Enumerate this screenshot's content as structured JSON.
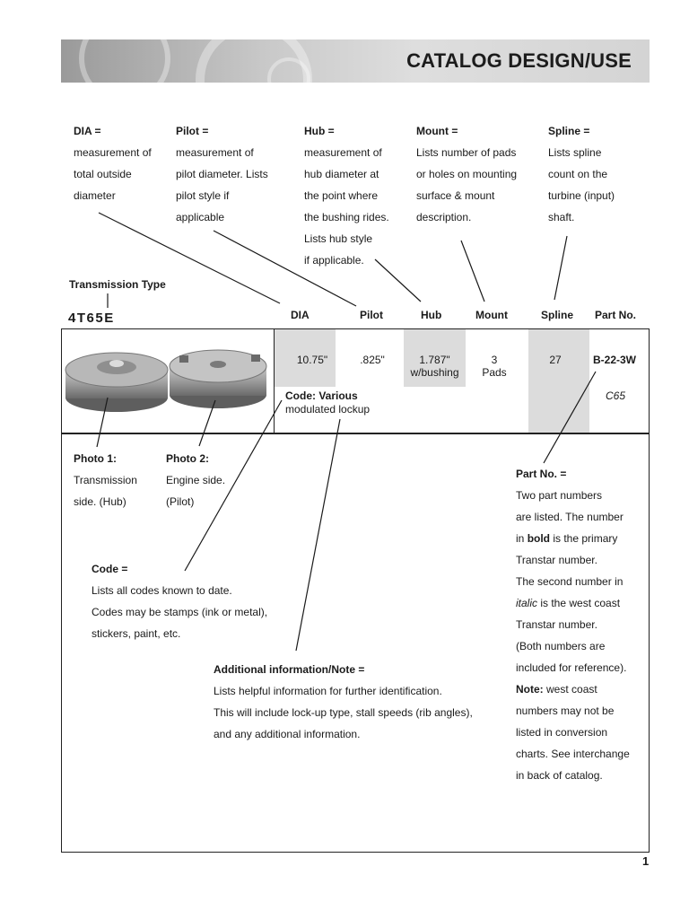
{
  "header": {
    "title": "CATALOG DESIGN/USE"
  },
  "definitions": {
    "dia": {
      "term": "DIA =",
      "lines": [
        "measurement of",
        "total outside",
        "diameter"
      ]
    },
    "pilot": {
      "term": "Pilot =",
      "lines": [
        "measurement of",
        "pilot diameter. Lists",
        "pilot style if",
        "applicable"
      ]
    },
    "hub": {
      "term": "Hub =",
      "lines": [
        "measurement of",
        "hub diameter at",
        "the point where",
        "the bushing rides.",
        "Lists hub style",
        "if applicable."
      ]
    },
    "mount": {
      "term": "Mount =",
      "lines": [
        "Lists number of pads",
        "or holes on mounting",
        "surface & mount",
        "description."
      ]
    },
    "spline": {
      "term": "Spline =",
      "lines": [
        "Lists spline",
        "count on the",
        "turbine (input)",
        "shaft."
      ]
    }
  },
  "transmission": {
    "label": "Transmission Type",
    "value": "4T65E"
  },
  "columns": {
    "dia": "DIA",
    "pilot": "Pilot",
    "hub": "Hub",
    "mount": "Mount",
    "spline": "Spline",
    "part": "Part No."
  },
  "row": {
    "dia": "10.75\"",
    "pilot": ".825\"",
    "hub_line1": "1.787\"",
    "hub_line2": "w/bushing",
    "mount_line1": "3",
    "mount_line2": "Pads",
    "spline": "27",
    "part_primary": "B-22-3W",
    "part_west": "C65",
    "code_label": "Code: Various",
    "note": "modulated lockup"
  },
  "photos": {
    "photo1": {
      "title": "Photo 1:",
      "lines": [
        "Transmission",
        "side. (Hub)"
      ]
    },
    "photo2": {
      "title": "Photo 2:",
      "lines": [
        "Engine side.",
        "(Pilot)"
      ]
    }
  },
  "code_def": {
    "term": "Code =",
    "lines": [
      "Lists all codes known to date.",
      "Codes may be stamps (ink or metal),",
      "stickers, paint, etc."
    ]
  },
  "addl_def": {
    "term": "Additional information/Note =",
    "lines": [
      "Lists helpful information for further identification.",
      "This will include lock-up type, stall speeds (rib angles),",
      "and any additional information."
    ]
  },
  "partno_def": {
    "term": "Part No. =",
    "l1": "Two part numbers",
    "l2": "are listed. The number",
    "l3_pre": "in ",
    "l3_bold": "bold",
    "l3_post": " is the primary",
    "l4": "Transtar number.",
    "l5": "The second number in",
    "l6_italic": "italic",
    "l6_post": " is the  west coast",
    "l7": "Transtar number.",
    "l8": "(Both numbers are",
    "l9": "included for reference).",
    "l10_bold": "Note:",
    "l10_post": " west coast",
    "l11": "numbers may not be",
    "l12": "listed in conversion",
    "l13": "charts. See interchange",
    "l14": "in back of catalog."
  },
  "page_number": "1",
  "colors": {
    "shade": "#dcdcdc",
    "banner": "#c9c9c9"
  }
}
